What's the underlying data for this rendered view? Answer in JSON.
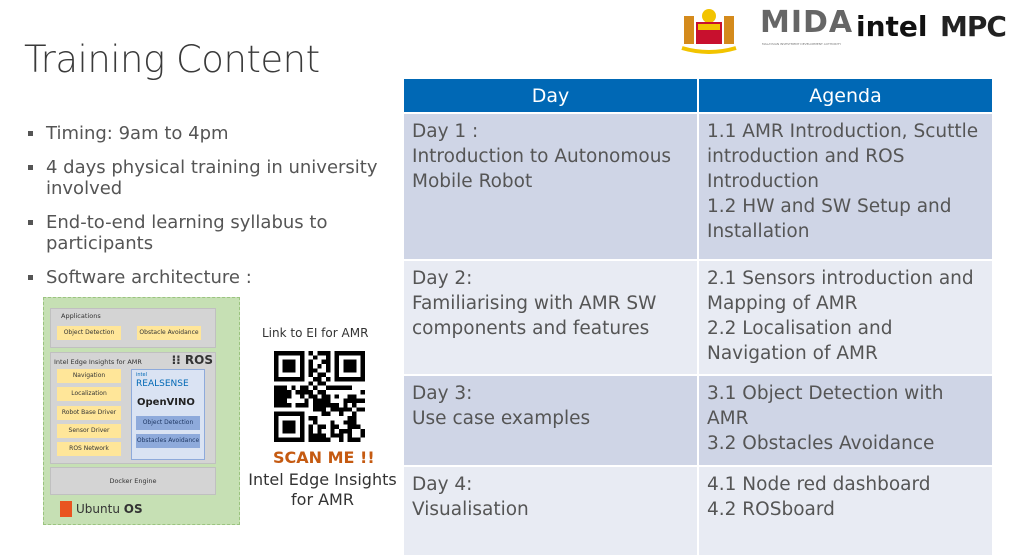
{
  "title": "Training Content",
  "logos": {
    "coat_of_arms": "Malaysia coat of arms",
    "mida": "MIDA",
    "mida_sub": "MALAYSIAN INVESTMENT DEVELOPMENT AUTHORITY",
    "intel": "intel",
    "mpc": "MPC"
  },
  "bullets": [
    "Timing: 9am to 4pm",
    "4 days physical training in university involved",
    "End-to-end learning syllabus to participants",
    "Software architecture :"
  ],
  "architecture": {
    "applications": "Applications",
    "app_items": [
      "Object Detection",
      "Obstacle Avoidance"
    ],
    "eiamr": "Intel Edge Insights for AMR",
    "ros": "ROS",
    "ros_items": [
      "Navigation",
      "Localization",
      "Robot Base Driver",
      "Sensor Driver",
      "ROS Network"
    ],
    "intel_small": "intel",
    "realsense": "REALSENSE",
    "openvino": "OpenVINO",
    "ov_items": [
      "Object Detection",
      "Obstacles Avoidance"
    ],
    "docker": "Docker Engine",
    "ubuntu": "Ubuntu",
    "os": "OS"
  },
  "qr": {
    "link_label": "Link to EI for AMR",
    "scan": "SCAN ME !!",
    "caption_1": "Intel Edge Insights",
    "caption_2": "for AMR"
  },
  "table": {
    "headers": [
      "Day",
      "Agenda"
    ],
    "rows": [
      {
        "day": "Day 1 :",
        "desc": "Introduction to Autonomous Mobile Robot",
        "agenda": [
          "1.1 AMR Introduction, Scuttle introduction and ROS Introduction",
          "1.2 HW and SW Setup and Installation"
        ]
      },
      {
        "day": "Day 2:",
        "desc": "Familiarising with AMR SW components and features",
        "agenda": [
          "2.1 Sensors introduction and Mapping of AMR",
          "2.2 Localisation and Navigation of AMR"
        ]
      },
      {
        "day": "Day 3:",
        "desc": "Use case examples",
        "agenda": [
          "3.1 Object Detection with AMR",
          "3.2 Obstacles Avoidance"
        ]
      },
      {
        "day": "Day 4:",
        "desc": "Visualisation",
        "agenda": [
          "4.1 Node red dashboard",
          "4.2 ROSboard"
        ]
      }
    ]
  },
  "colors": {
    "header": "#0068b5",
    "row_dark": "#cfd5e6",
    "row_light": "#e8ebf3",
    "scan": "#c55a11"
  }
}
